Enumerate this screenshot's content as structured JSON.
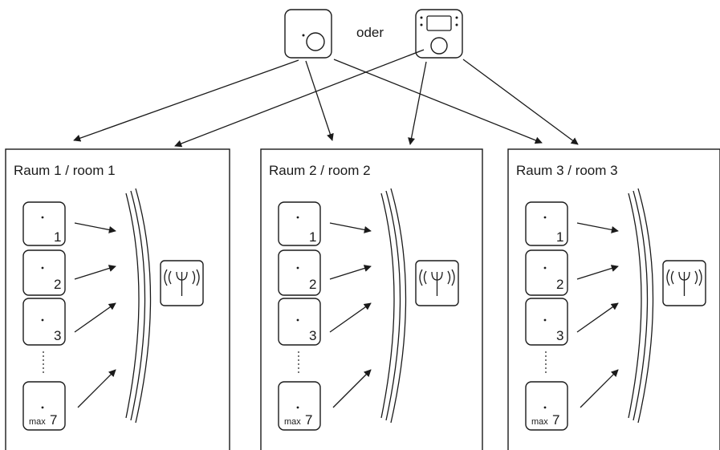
{
  "controllers": {
    "left_icon": "rotary-dial-controller-icon",
    "right_icon": "display-controller-icon",
    "separator": "oder"
  },
  "rooms": [
    {
      "title": "Raum 1 / room 1",
      "devices": [
        "1",
        "2",
        "3"
      ],
      "last": {
        "prefix": "max",
        "number": "7"
      },
      "antenna": "((Ψ))"
    },
    {
      "title": "Raum 2 / room 2",
      "devices": [
        "1",
        "2",
        "3"
      ],
      "last": {
        "prefix": "max",
        "number": "7"
      },
      "antenna": "((Ψ))"
    },
    {
      "title": "Raum 3 / room 3",
      "devices": [
        "1",
        "2",
        "3"
      ],
      "last": {
        "prefix": "max",
        "number": "7"
      },
      "antenna": "((Ψ))"
    }
  ]
}
